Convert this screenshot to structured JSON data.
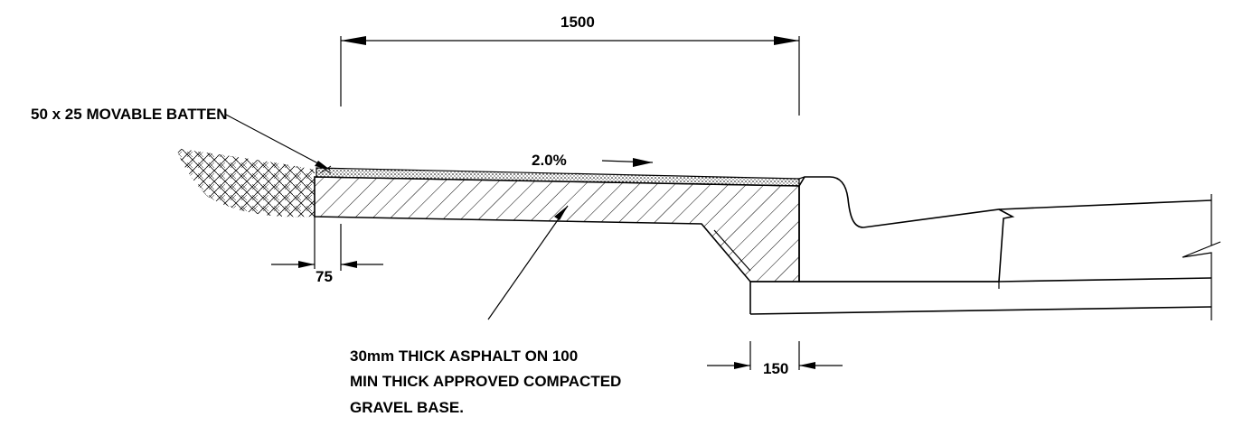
{
  "dimensions": {
    "top_width": "1500",
    "batten_offset": "75",
    "base_offset": "150"
  },
  "labels": {
    "batten": "50 x 25 MOVABLE BATTEN",
    "slope": "2.0%",
    "note_line1": "30mm THICK ASPHALT ON 100",
    "note_line2": "MIN THICK APPROVED COMPACTED",
    "note_line3": "GRAVEL BASE."
  }
}
